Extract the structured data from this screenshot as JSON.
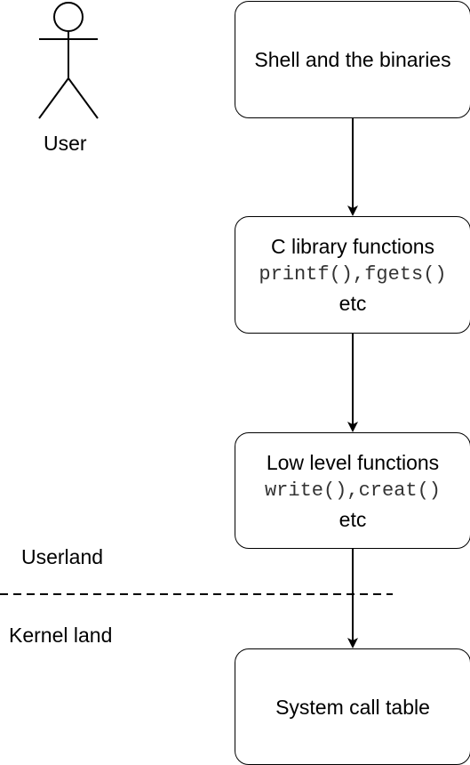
{
  "actor": {
    "label": "User"
  },
  "boxes": [
    {
      "title": "Shell and the binaries"
    },
    {
      "title": "C library functions",
      "code": "printf(),fgets()",
      "suffix": "etc"
    },
    {
      "title": "Low level functions",
      "code": "write(),creat()",
      "suffix": "etc"
    },
    {
      "title": "System call table"
    }
  ],
  "regions": {
    "user": "Userland",
    "kernel": "Kernel land"
  }
}
